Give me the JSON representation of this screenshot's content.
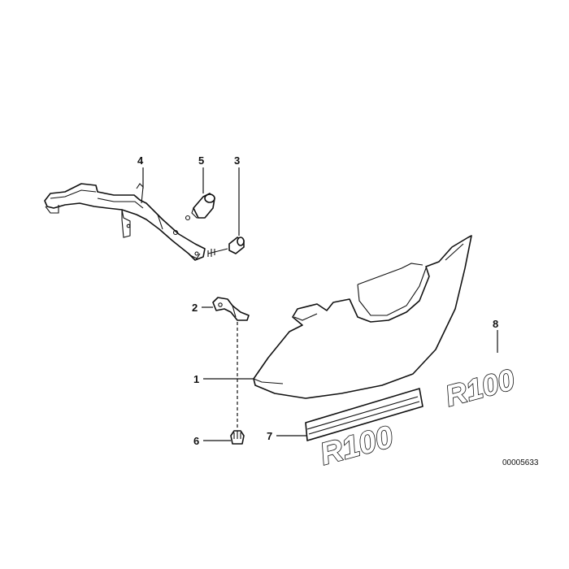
{
  "callouts": {
    "c1": "1",
    "c2": "2",
    "c3": "3",
    "c4": "4",
    "c5": "5",
    "c6": "6",
    "c7": "7",
    "c8": "8"
  },
  "badges": {
    "lower": "R100",
    "upper": "R100"
  },
  "drawing_number": "00005633"
}
